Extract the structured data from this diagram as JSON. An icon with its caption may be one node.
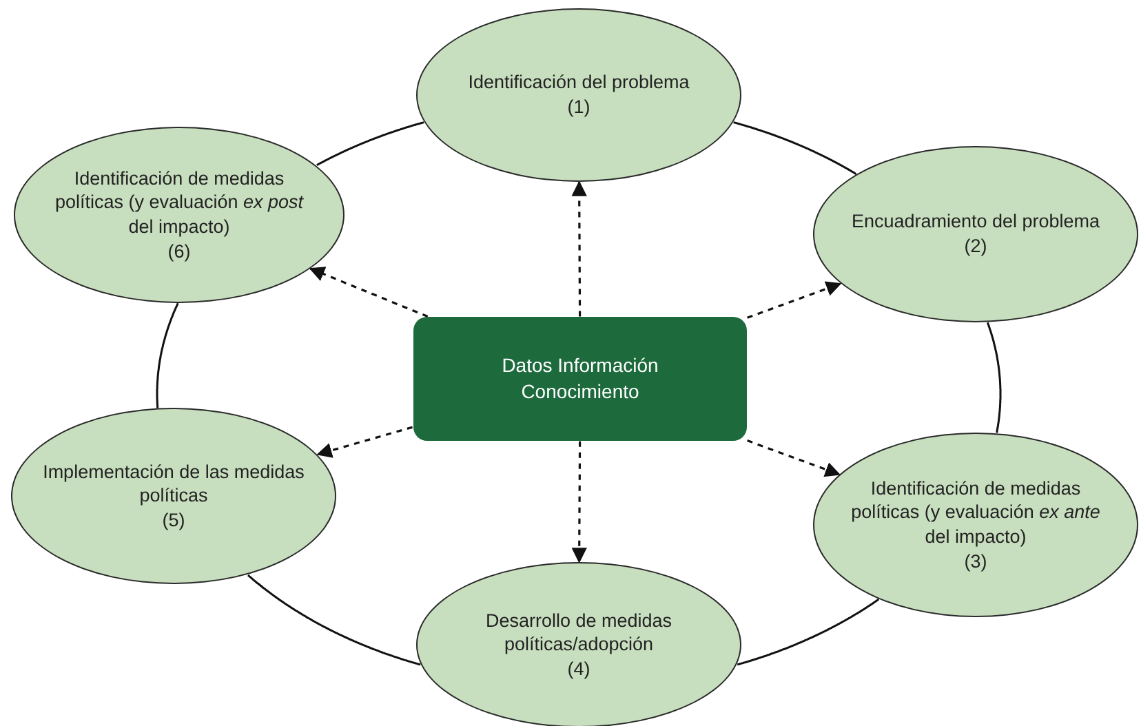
{
  "diagram": {
    "nodes": [
      {
        "text": [
          "Identificación del problema",
          "(1)"
        ]
      },
      {
        "text": [
          "Identificación de medidas políticas (y evaluación *ex post* del impacto)",
          "(6)"
        ]
      },
      {
        "text": [
          "Encuadramiento del problema",
          "(2)"
        ]
      },
      {
        "text": [
          "Datos Información Conocimiento"
        ]
      },
      {
        "text": [
          "Implementación de las medidas políticas",
          "(5)"
        ]
      },
      {
        "text": [
          "Identificación de medidas políticas (y evaluación *ex ante* del impacto)",
          "(3)"
        ]
      },
      {
        "text": [
          "Desarrollo de medidas políticas/adopción",
          "(4)"
        ]
      }
    ],
    "edges": [
      {
        "from": 0,
        "to": 2,
        "arrow": "none"
      },
      {
        "from": 2,
        "to": 5,
        "arrow": "none"
      },
      {
        "from": 5,
        "to": 6,
        "arrow": "none"
      },
      {
        "from": 6,
        "to": 4,
        "arrow": "none"
      },
      {
        "from": 4,
        "to": 1,
        "arrow": "none"
      },
      {
        "from": 1,
        "to": 0,
        "arrow": "none"
      },
      {
        "from": 3,
        "to": 0,
        "arrow": "to",
        "style": "dashed"
      },
      {
        "from": 3,
        "to": 2,
        "arrow": "to",
        "style": "dashed"
      },
      {
        "from": 3,
        "to": 5,
        "arrow": "to",
        "style": "dashed"
      },
      {
        "from": 3,
        "to": 6,
        "arrow": "to",
        "style": "dashed"
      },
      {
        "from": 3,
        "to": 4,
        "arrow": "to",
        "style": "dashed"
      },
      {
        "from": 3,
        "to": 1,
        "arrow": "to",
        "style": "dashed"
      }
    ]
  }
}
